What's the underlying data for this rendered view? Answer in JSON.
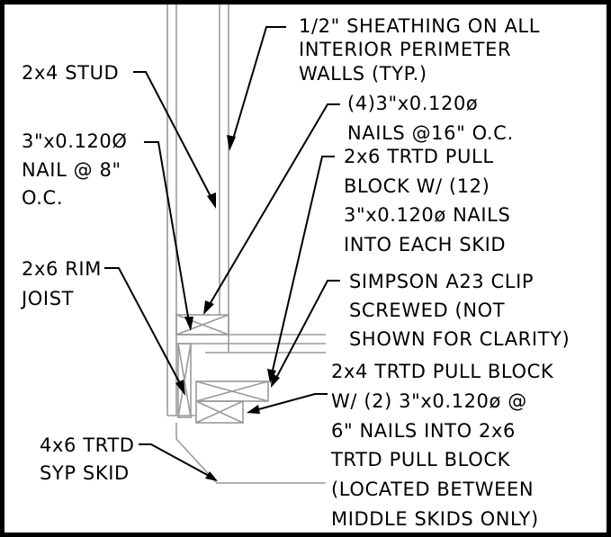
{
  "diagram": {
    "labels": {
      "sheathing": [
        "1/2\" SHEATHING ON ALL",
        "INTERIOR PERIMETER",
        "WALLS (TYP.)"
      ],
      "stud": [
        "2x4 STUD"
      ],
      "nails_16": [
        "(4)3\"x0.120ø",
        "NAILS @16\" O.C."
      ],
      "nail_8": [
        "3\"x0.120Ø",
        "NAIL @ 8\"",
        "O.C."
      ],
      "pull_block_2x6": [
        "2x6 TRTD PULL",
        "BLOCK W/ (12)",
        "3\"x0.120ø NAILS",
        "INTO EACH SKID"
      ],
      "rim_joist": [
        "2x6 RIM",
        "JOIST"
      ],
      "simpson_clip": [
        "SIMPSON A23 CLIP",
        "SCREWED (NOT",
        "SHOWN FOR CLARITY)"
      ],
      "pull_block_2x4": [
        "2x4 TRTD PULL BLOCK",
        "W/ (2) 3\"x0.120ø @",
        "6\" NAILS INTO 2x6",
        "TRTD PULL BLOCK",
        "(LOCATED BETWEEN",
        "MIDDLE SKIDS ONLY)"
      ],
      "skid": [
        "4x6 TRTD",
        "SYP SKID"
      ]
    },
    "colors": {
      "background": "#ffffff",
      "border": "#000000",
      "lumber_lines": "#9a9a9a",
      "text": "#000000"
    }
  }
}
